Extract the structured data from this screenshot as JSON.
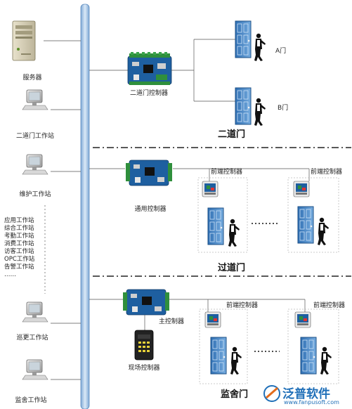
{
  "workstations": {
    "server": "服务器",
    "two_door_ws": "二道门工作站",
    "maintenance_ws": "维护工作站",
    "patrol_ws": "巡更工作站",
    "prison_ws": "监舍工作站"
  },
  "role_list": [
    "应用工作站",
    "综合工作站",
    "考勤工作站",
    "消费工作站",
    "访客工作站",
    "OPC工作站",
    "告警工作站",
    "……"
  ],
  "sections": {
    "two_door": {
      "title": "二道门",
      "controller": "二道门控制器",
      "door_a": "A门",
      "door_b": "B门"
    },
    "passage_door": {
      "title": "过道门",
      "controller": "通用控制器",
      "front_left": "前端控制器",
      "front_right": "前端控制器"
    },
    "prison_door": {
      "title": "监舍门",
      "controller": "主控制器",
      "field_controller": "现场控制器",
      "front_left": "前端控制器",
      "front_right": "前端控制器"
    }
  },
  "watermark": {
    "brand": "泛普软件",
    "url": "www.fanpusoft.com"
  },
  "colors": {
    "bus": "#a9c7e8",
    "door": "#4d8fd0",
    "board": "#1e5fa0",
    "watermark": "#1f6fb8"
  }
}
